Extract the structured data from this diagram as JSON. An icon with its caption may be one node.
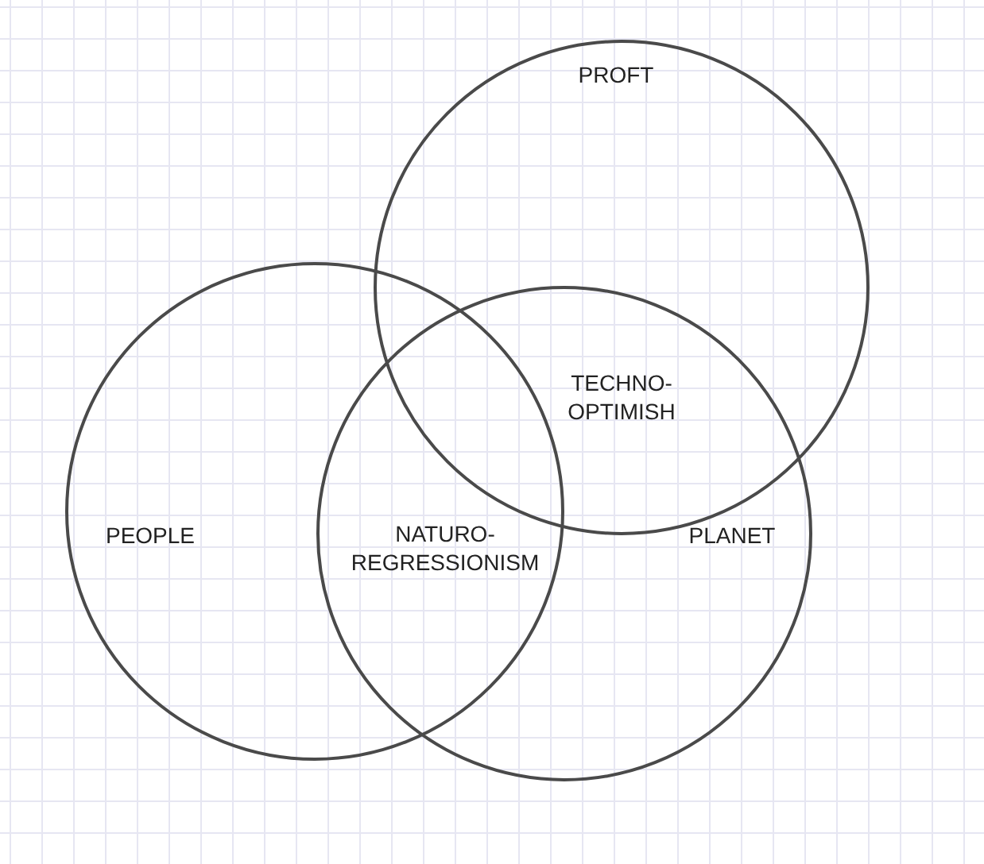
{
  "diagram": {
    "nodes": [
      {
        "text": [
          "PROFT"
        ]
      },
      {
        "text": [
          "PEOPLE"
        ]
      },
      {
        "text": [
          "PLANET"
        ]
      }
    ],
    "labels": [
      "TECHNO- OPTIMISH",
      "NATURO- REGRESSIONISM"
    ]
  }
}
